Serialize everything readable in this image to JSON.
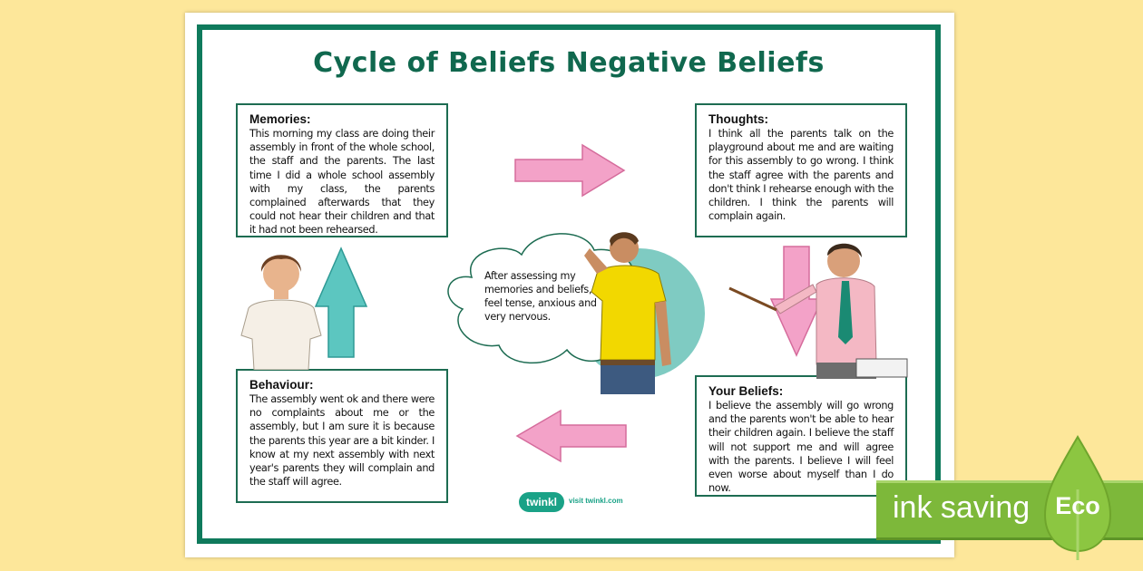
{
  "title": "Cycle of Beliefs Negative Beliefs",
  "memories": {
    "heading": "Memories:",
    "text": "This morning my class are doing their assembly in front of the whole school, the staff and the parents. The last time I did a whole school assembly with my class, the parents complained afterwards that they could not hear their children and that it had not been rehearsed."
  },
  "thoughts": {
    "heading": "Thoughts:",
    "text": "I think all the parents talk on the playground about me and are waiting for this assembly to go wrong. I think the staff agree with the parents and don't think I rehearse enough with the children. I think the parents will complain again."
  },
  "behaviour": {
    "heading": "Behaviour:",
    "text": "The assembly went ok and there were no complaints about me or the assembly, but I am sure it is because the parents this year are a bit kinder. I know at my next assembly with next year's parents they will complain and the staff will agree."
  },
  "your_beliefs": {
    "heading": "Your Beliefs:",
    "text": "I believe the assembly will go wrong and the parents won't be able to hear their children again. I believe the staff will not support me and will agree with the parents. I believe I will feel even worse about myself than I do now."
  },
  "feeling": "After assessing my memories and beliefs, I feel tense, anxious and very nervous.",
  "brand": {
    "logo": "twinkl",
    "url": "visit twinkl.com"
  },
  "eco_banner": {
    "text": "ink saving",
    "badge": "Eco"
  },
  "colors": {
    "background": "#fde79a",
    "frame": "#0f7a5c",
    "title": "#10684e",
    "pink_arrow": "#f3a2c8",
    "teal_arrow": "#5cc6c0",
    "eco_green": "#7db83a"
  },
  "icons": [
    "arrow-right-icon",
    "arrow-down-icon",
    "arrow-left-icon",
    "arrow-up-icon",
    "thought-cloud-icon",
    "leaf-icon"
  ]
}
